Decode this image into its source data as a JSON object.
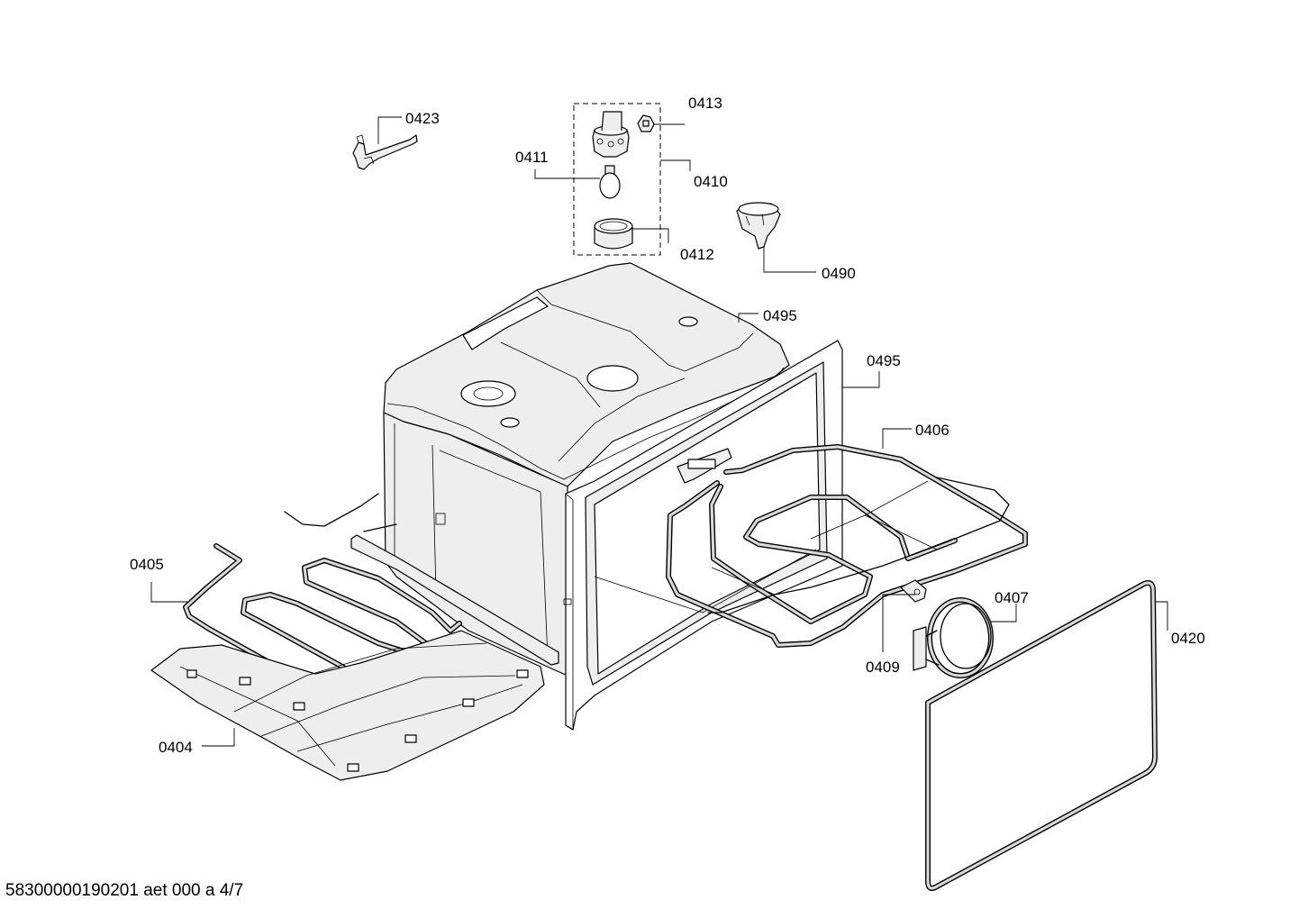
{
  "parts": {
    "p0423": "0423",
    "p0413": "0413",
    "p0411": "0411",
    "p0410": "0410",
    "p0412": "0412",
    "p0490": "0490",
    "p0495a": "0495",
    "p0495b": "0495",
    "p0406": "0406",
    "p0405": "0405",
    "p0407": "0407",
    "p0420": "0420",
    "p0409": "0409",
    "p0404": "0404"
  },
  "footer": {
    "doc_id": "58300000190201 aet 000 a 4/7"
  }
}
